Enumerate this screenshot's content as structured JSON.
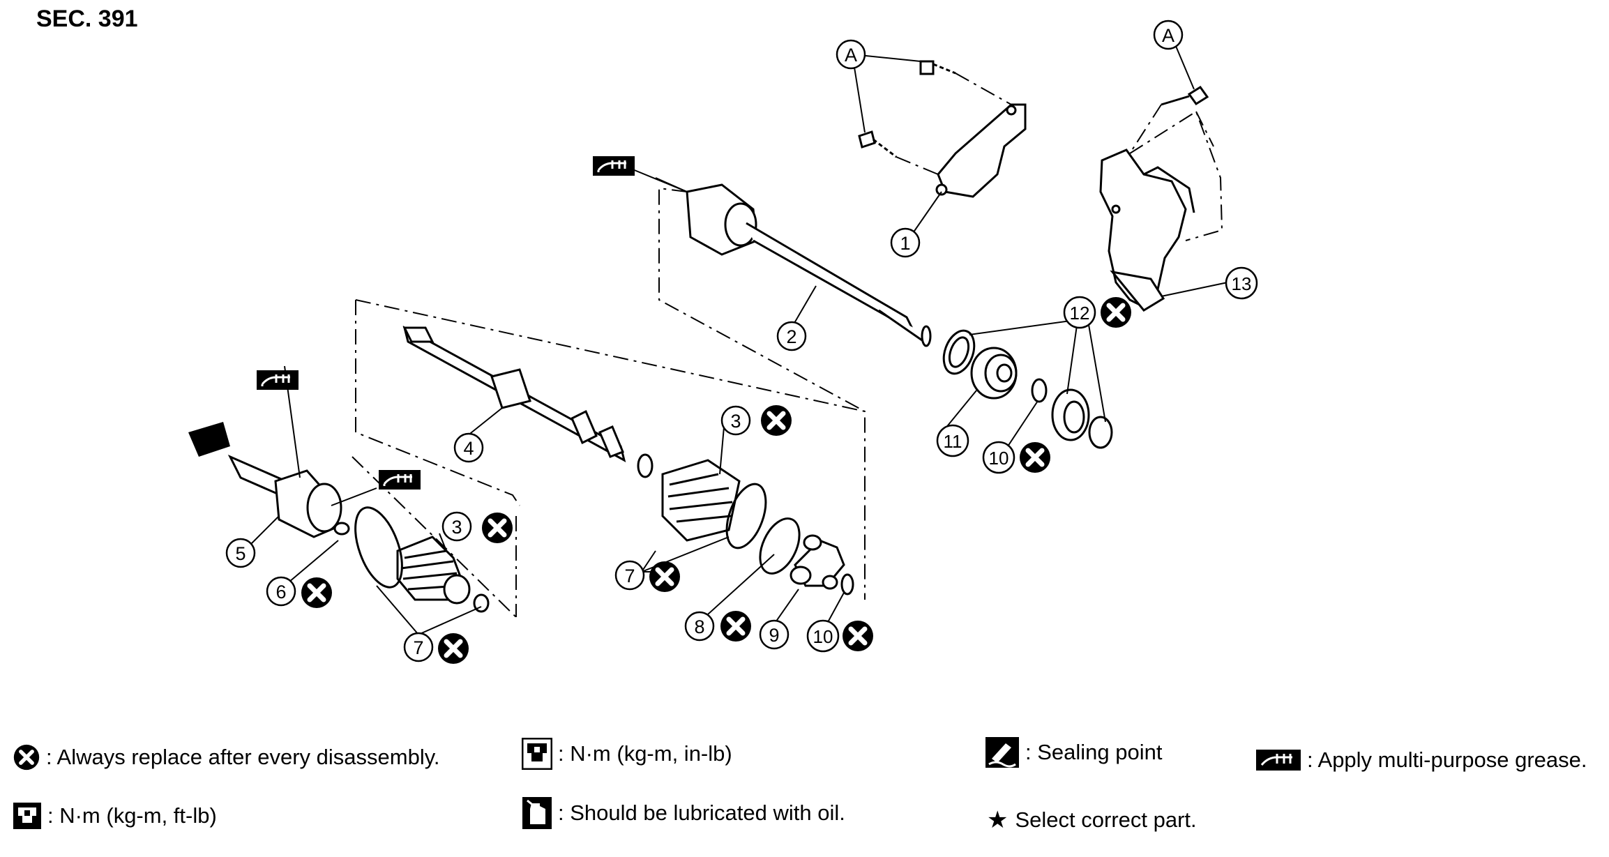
{
  "section_label": "SEC. 391",
  "callouts": {
    "c1": "1",
    "c2": "2",
    "c3a": "3",
    "c3b": "3",
    "c4": "4",
    "c5": "5",
    "c6": "6",
    "c7a": "7",
    "c7b": "7",
    "c8": "8",
    "c9": "9",
    "c10a": "10",
    "c10b": "10",
    "c11": "11",
    "c12": "12",
    "c13": "13",
    "ca1": "A",
    "ca2": "A"
  },
  "legend": {
    "replace": ": Always replace after every disassembly.",
    "torque_in": ": N·m (kg-m, in-lb)",
    "sealing": ": Sealing point",
    "grease": ": Apply multi-purpose grease.",
    "torque_ft": ": N·m (kg-m, ft-lb)",
    "oil": ": Should be lubricated with oil.",
    "select": "Select correct part."
  },
  "icons": [
    "replace-x-icon",
    "torque-wrench-icon",
    "sealing-point-icon",
    "grease-icon",
    "oil-can-icon",
    "star-icon"
  ]
}
